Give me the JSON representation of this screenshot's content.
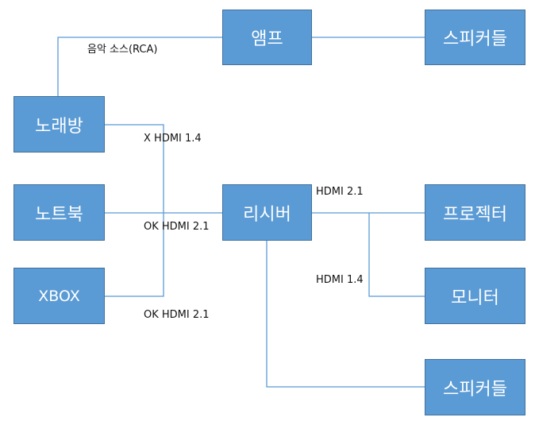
{
  "nodes": {
    "amp": "앰프",
    "speakers_top": "스피커들",
    "karaoke": "노래방",
    "laptop": "노트북",
    "xbox": "XBOX",
    "receiver": "리시버",
    "projector": "프로젝터",
    "monitor": "모니터",
    "speakers_bottom": "스피커들"
  },
  "edge_labels": {
    "karaoke_amp": "음악 소스(RCA)",
    "karaoke_receiver": "X HDMI 1.4",
    "laptop_receiver": "OK HDMI 2.1",
    "xbox_receiver": "OK HDMI 2.1",
    "receiver_projector": "HDMI 2.1",
    "receiver_monitor": "HDMI 1.4"
  },
  "colors": {
    "box": "#5b9bd5",
    "box_border": "#41719c",
    "line": "#5b9bd5"
  }
}
